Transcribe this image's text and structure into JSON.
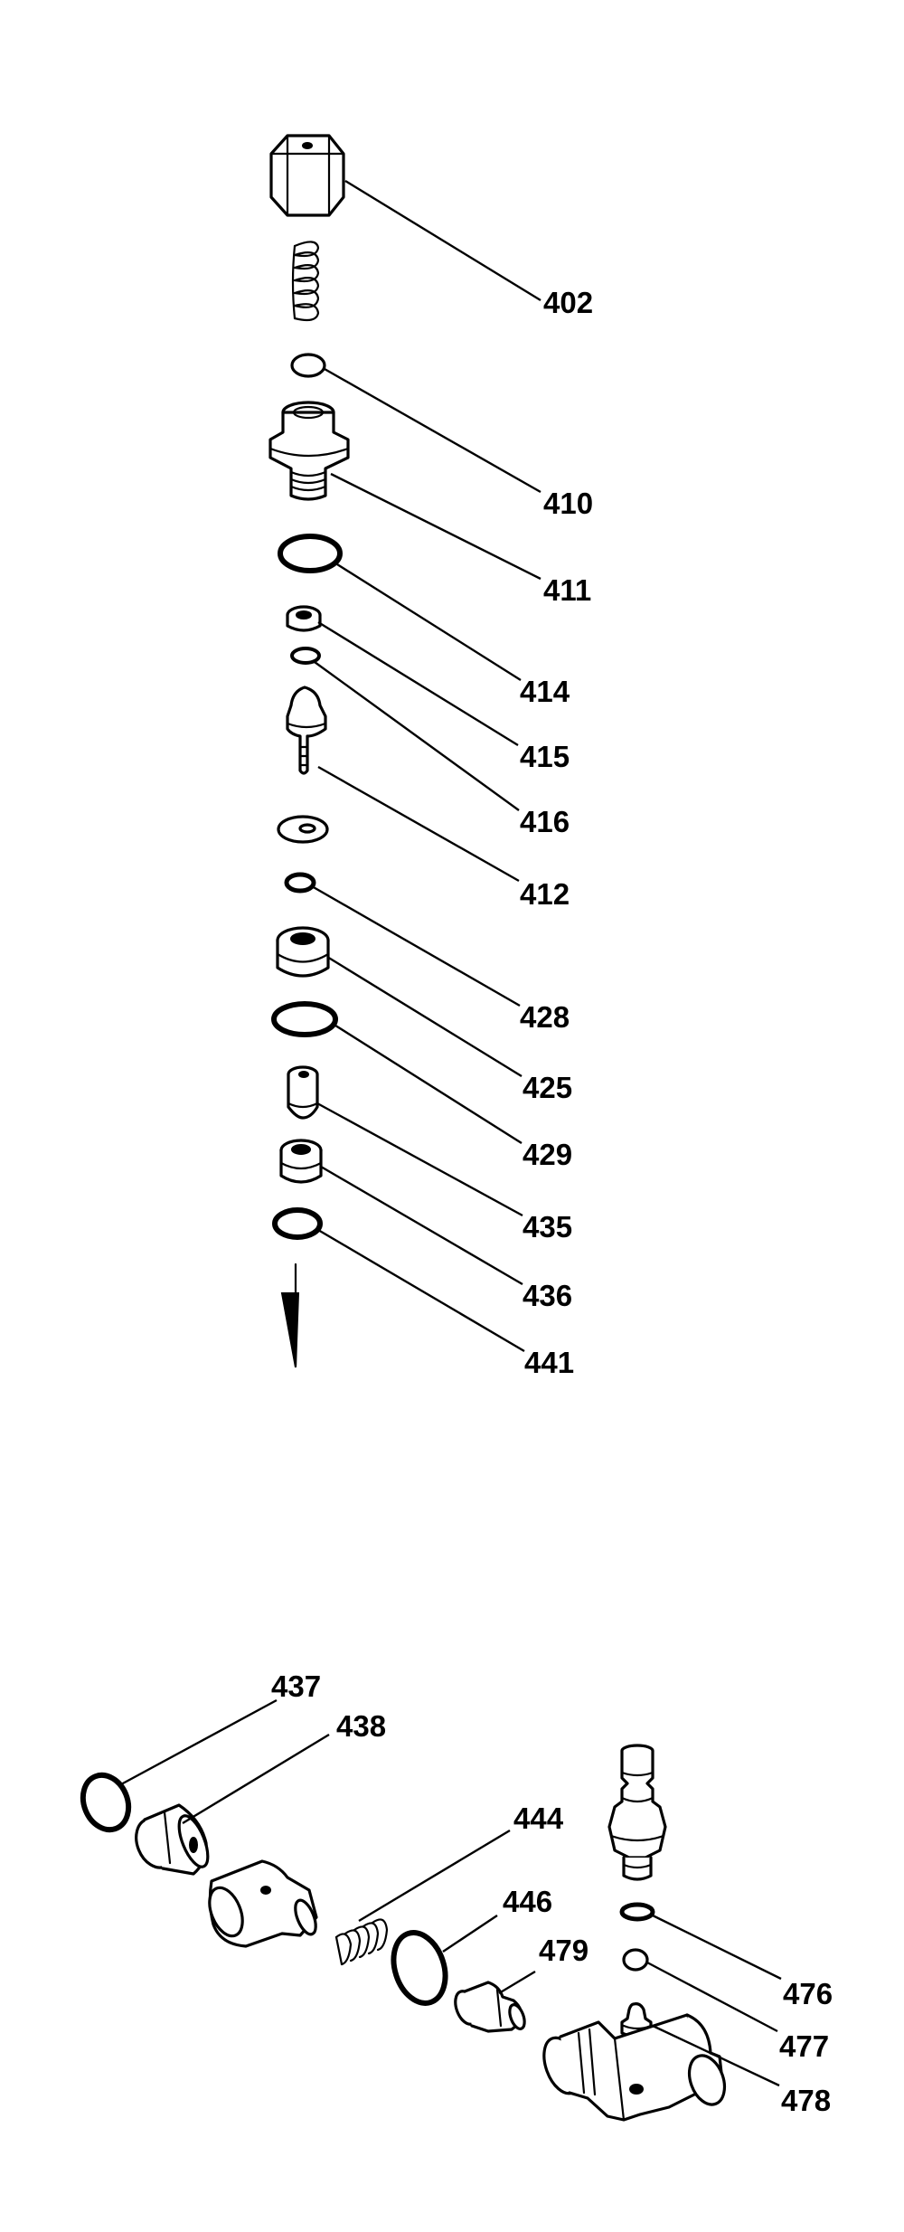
{
  "diagram": {
    "labels": {
      "l402": "402",
      "l410": "410",
      "l411": "411",
      "l414": "414",
      "l415": "415",
      "l416": "416",
      "l412": "412",
      "l428": "428",
      "l425": "425",
      "l429": "429",
      "l435": "435",
      "l436": "436",
      "l441": "441",
      "l437": "437",
      "l438": "438",
      "l444": "444",
      "l446": "446",
      "l479": "479",
      "l476": "476",
      "l477": "477",
      "l478": "478"
    }
  }
}
